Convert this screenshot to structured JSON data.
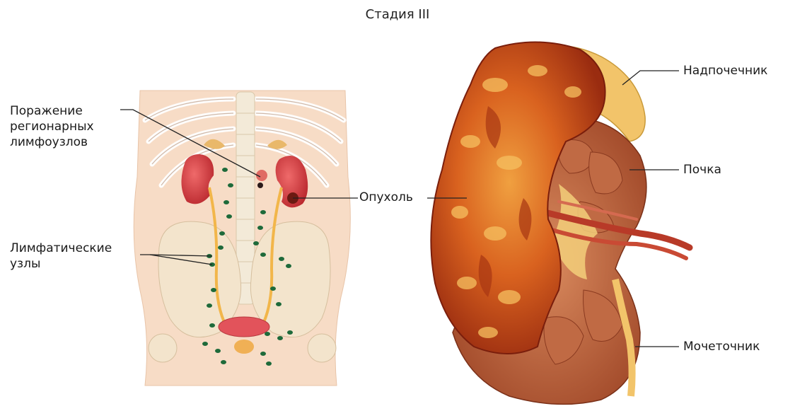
{
  "title": "Стадия III",
  "labels": {
    "regional_nodes": [
      "Поражение",
      "регионарных",
      "лимфоузлов"
    ],
    "lymph_nodes": [
      "Лимфатические",
      "узлы"
    ],
    "tumor": "Опухоль",
    "adrenal": "Надпочечник",
    "kidney": "Почка",
    "ureter": "Мочеточник"
  }
}
